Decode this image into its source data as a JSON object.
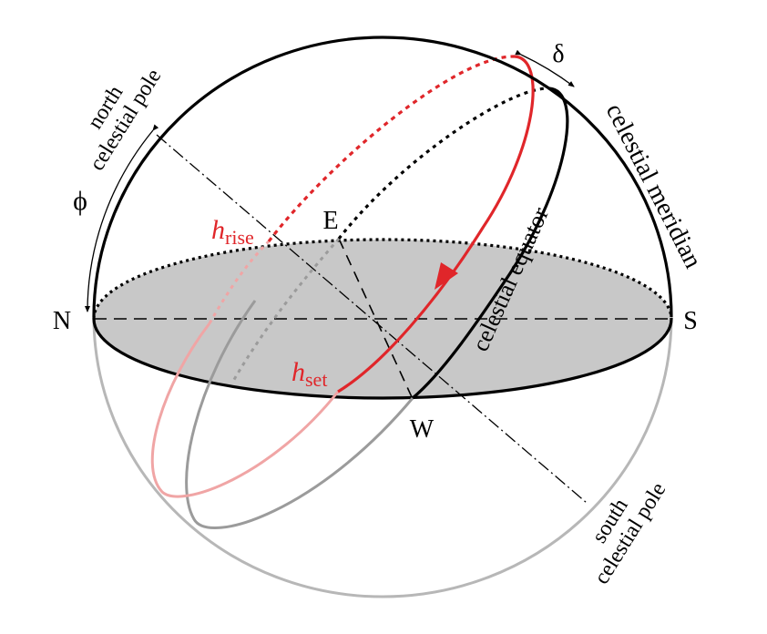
{
  "labels": {
    "north_celestial_pole": [
      "north",
      "celestial pole"
    ],
    "south_celestial_pole": [
      "south",
      "celestial pole"
    ],
    "celestial_meridian": "celestial meridian",
    "celestial_equator": "celestial equator",
    "phi": "ϕ",
    "delta": "δ",
    "north": "N",
    "south": "S",
    "east": "E",
    "west": "W",
    "h_rise": {
      "base": "h",
      "sub": "rise"
    },
    "h_set": {
      "base": "h",
      "sub": "set"
    }
  },
  "colors": {
    "line": "#000000",
    "horizon_fill": "#c8c8c8",
    "lower_sphere": "#b7b7b7",
    "star_path": "#e0262a",
    "star_path_faded": "#f0a5a5",
    "equator_faded": "#9b9b9b"
  }
}
